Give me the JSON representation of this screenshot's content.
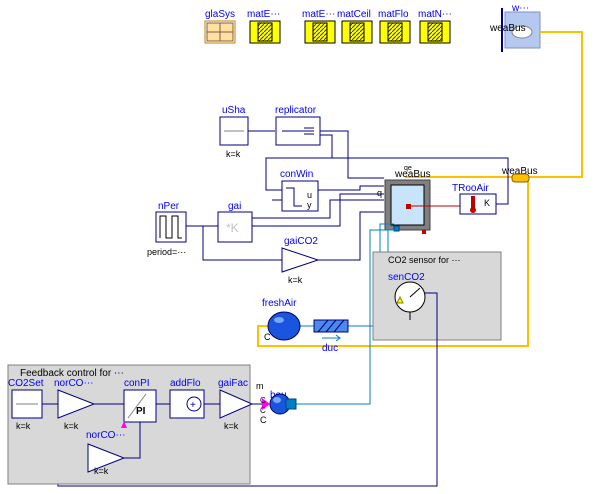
{
  "records": {
    "items": [
      {
        "label": "glaSys"
      },
      {
        "label": "matE⋯"
      },
      {
        "label": "matE⋯"
      },
      {
        "label": "matCeil"
      },
      {
        "label": "matFlo"
      },
      {
        "label": "matN⋯"
      }
    ]
  },
  "weather": {
    "short_label": "w⋯",
    "bus_label": "weaBus"
  },
  "blocks": {
    "uSha": {
      "label": "uSha",
      "param": "k=k"
    },
    "replicator": {
      "label": "replicator"
    },
    "conWin": {
      "label": "conWin",
      "port_u": "u",
      "port_y": "y"
    },
    "nPer": {
      "label": "nPer",
      "param": "period=⋯"
    },
    "gai": {
      "label": "gai",
      "symbol": "*K"
    },
    "gaiCO2": {
      "label": "gaiCO2",
      "param": "k=k"
    },
    "roo": {
      "label": "weaBus",
      "top_port": "qe",
      "port_q": "q"
    },
    "weaBus_right": {
      "label": "weaBus"
    },
    "TRooAir": {
      "label": "TRooAir",
      "symbol": "K"
    },
    "freshAir": {
      "label": "freshAir",
      "port": "C"
    },
    "duc": {
      "label": "duc"
    },
    "bou": {
      "label": "bou",
      "ports": [
        "m",
        "C",
        "C",
        "C"
      ]
    },
    "senCO2": {
      "label": "senCO2"
    }
  },
  "groups": {
    "sensor": {
      "title": "CO2 sensor for ⋯"
    },
    "feedback": {
      "title": "Feedback control for ⋯"
    }
  },
  "controller": {
    "CO2Set": {
      "label": "CO2Set",
      "param": "k=k"
    },
    "norCO_top": {
      "label": "norCO⋯",
      "param": "k=k"
    },
    "conPI": {
      "label": "conPI",
      "symbol": "PI"
    },
    "addFlo": {
      "label": "addFlo",
      "symbol": "+"
    },
    "gaiFac": {
      "label": "gaiFac",
      "param": "k=k"
    },
    "norCO_bottom": {
      "label": "norCO⋯",
      "param": "k=k"
    }
  },
  "colors": {
    "signal": "#000080",
    "label": "#0000ff",
    "fluid": "#0080c0",
    "bus": "#ffc000",
    "heat": "#c00000",
    "room_fill": "#c8e4f8",
    "group_fill": "#d8d8d8",
    "record_fill": "#ffff00"
  }
}
